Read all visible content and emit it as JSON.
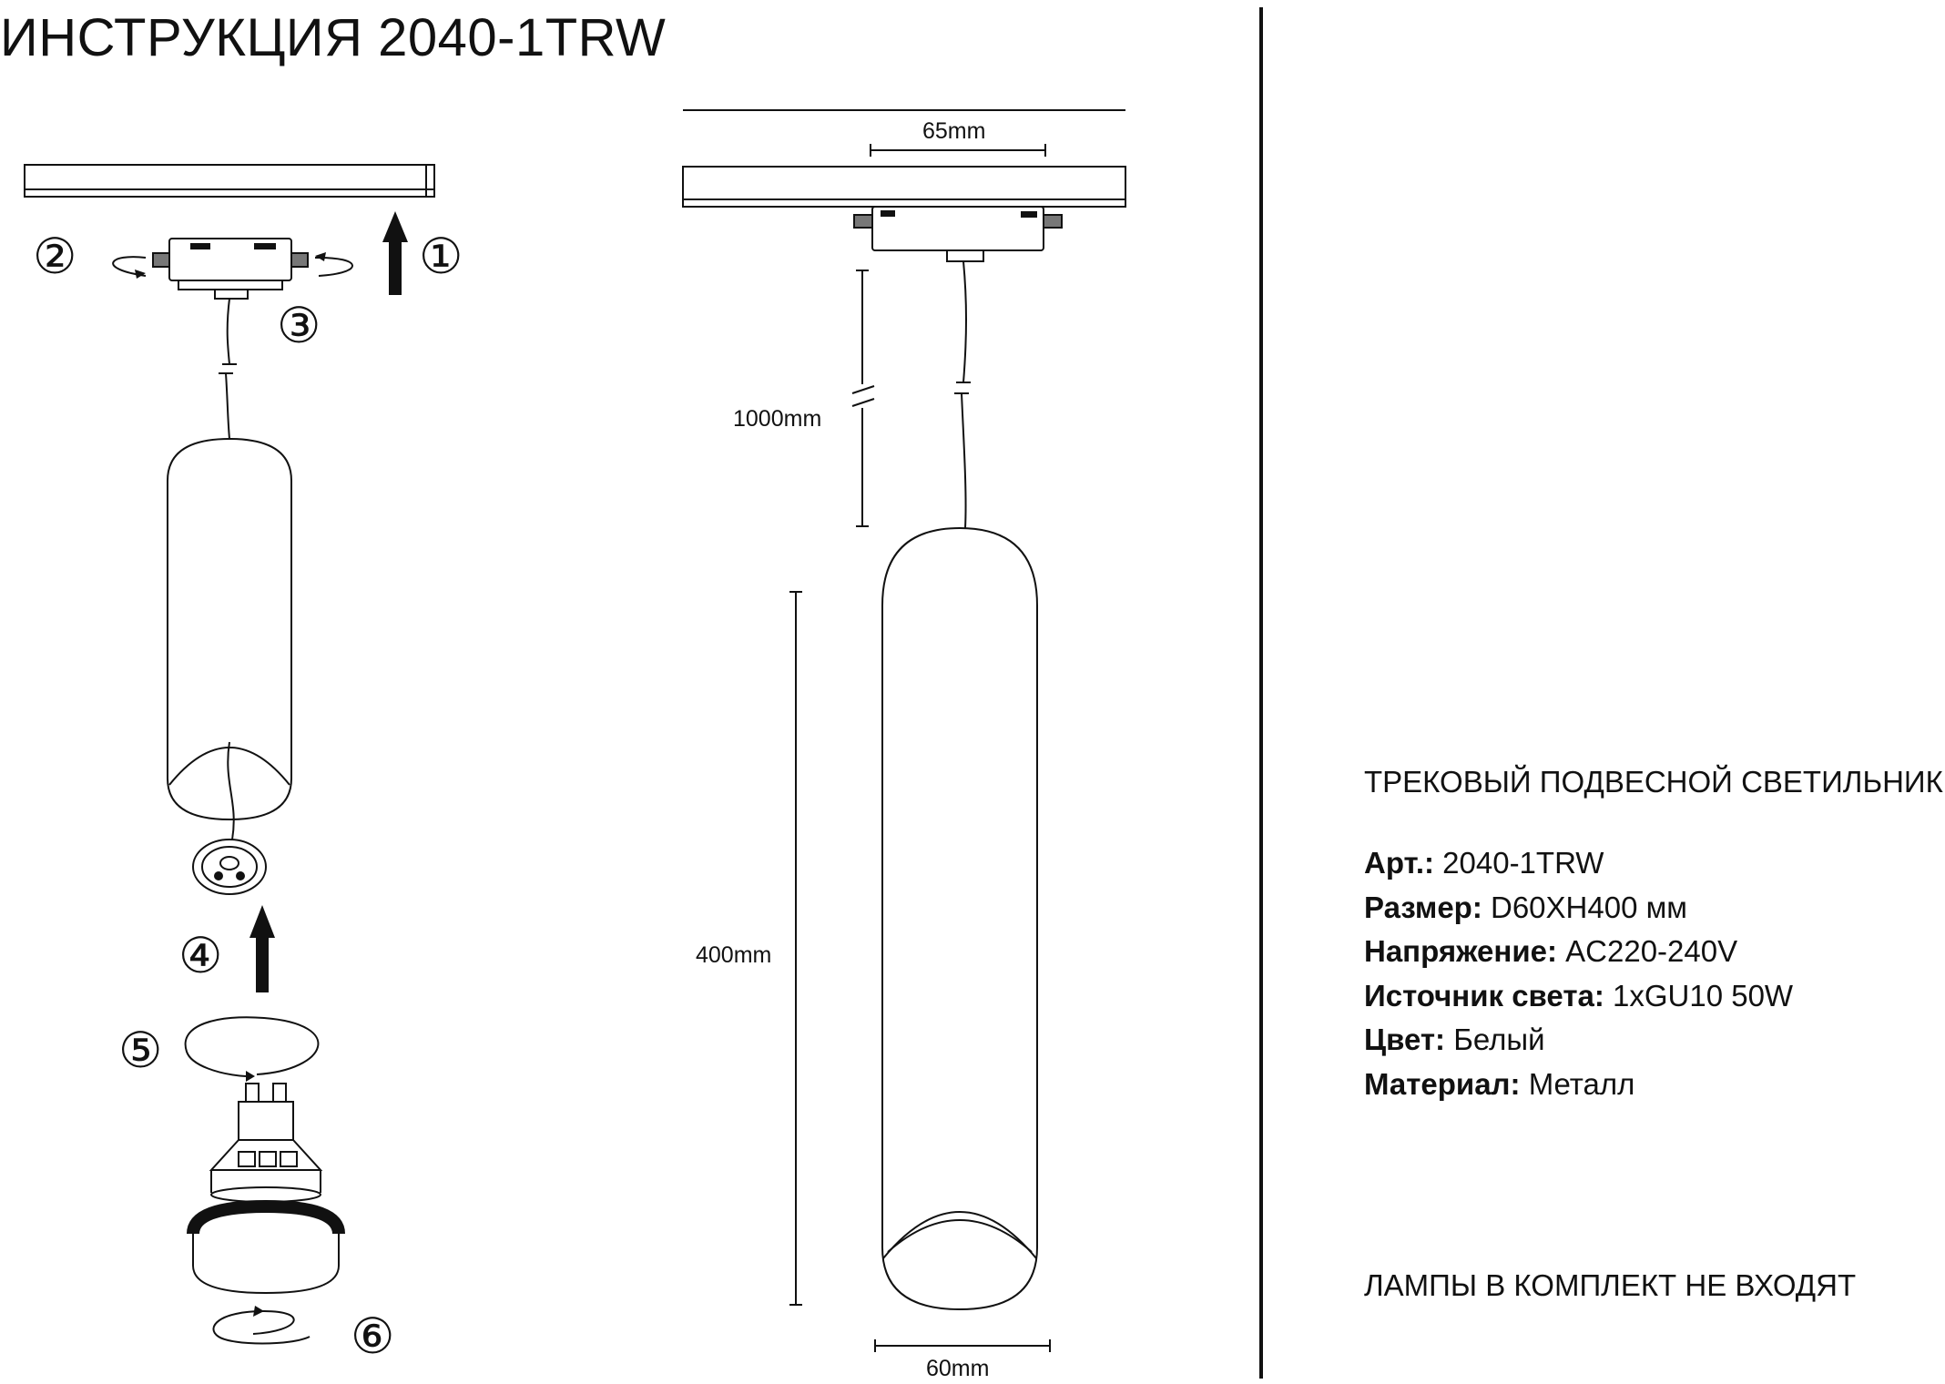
{
  "title": "ИНСТРУКЦИЯ 2040-1TRW",
  "steps": [
    "①",
    "②",
    "③",
    "④",
    "⑤",
    "⑥"
  ],
  "dimensions": {
    "adapter_width": "65mm",
    "cable_length": "1000mm",
    "body_height": "400mm",
    "diameter": "60mm"
  },
  "product_type": "ТРЕКОВЫЙ ПОДВЕСНОЙ СВЕТИЛЬНИК",
  "specs": [
    {
      "label": "Арт.:",
      "value": "2040-1TRW"
    },
    {
      "label": "Размер:",
      "value": "D60XH400 мм"
    },
    {
      "label": "Напряжение:",
      "value": "AC220-240V"
    },
    {
      "label": "Источник света:",
      "value": "1xGU10 50W"
    },
    {
      "label": "Цвет:",
      "value": "Белый"
    },
    {
      "label": "Материал:",
      "value": "Металл"
    }
  ],
  "note": "ЛАМПЫ В КОМПЛЕКТ НЕ ВХОДЯТ"
}
